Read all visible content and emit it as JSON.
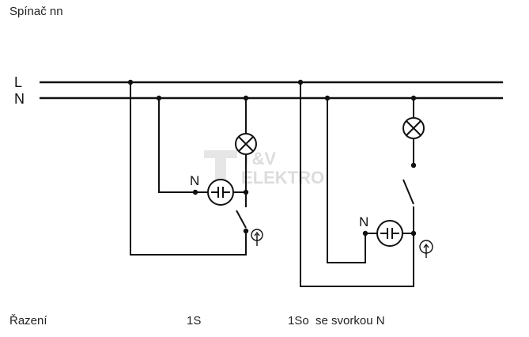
{
  "page": {
    "title": "Spínač nn"
  },
  "buses": {
    "line": "L",
    "neutral": "N"
  },
  "circuits": [
    {
      "id": "1S",
      "neutral_label": "N"
    },
    {
      "id": "1So",
      "neutral_label": "N"
    }
  ],
  "watermark": {
    "line1": "T&V",
    "line2": "ELEKTRO"
  },
  "captions": {
    "razeni": "Řazení",
    "first": "1S",
    "second": "1So  se svorkou N"
  },
  "icons": [
    "lamp-icon",
    "glow-indicator-icon",
    "switch-icon",
    "touch-symbol-icon"
  ]
}
